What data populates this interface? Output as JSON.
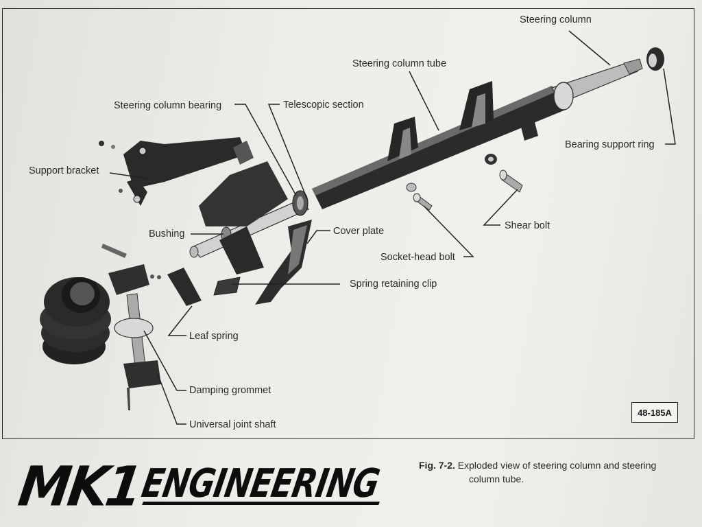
{
  "labels": {
    "steering_column": "Steering column",
    "steering_column_tube": "Steering column tube",
    "steering_column_bearing": "Steering column bearing",
    "telescopic_section": "Telescopic section",
    "bearing_support_ring": "Bearing support ring",
    "support_bracket": "Support bracket",
    "shear_bolt": "Shear bolt",
    "bushing": "Bushing",
    "cover_plate": "Cover plate",
    "socket_head_bolt": "Socket-head bolt",
    "spring_retaining_clip": "Spring retaining clip",
    "leaf_spring": "Leaf spring",
    "damping_grommet": "Damping grommet",
    "universal_joint_shaft": "Universal joint shaft"
  },
  "figure_id": "48-185A",
  "logo": {
    "part1": "MK1",
    "part2": "ENGINEERING"
  },
  "caption": {
    "number": "Fig. 7-2.",
    "line1": "Exploded view of steering column and steering",
    "line2": "column tube."
  }
}
